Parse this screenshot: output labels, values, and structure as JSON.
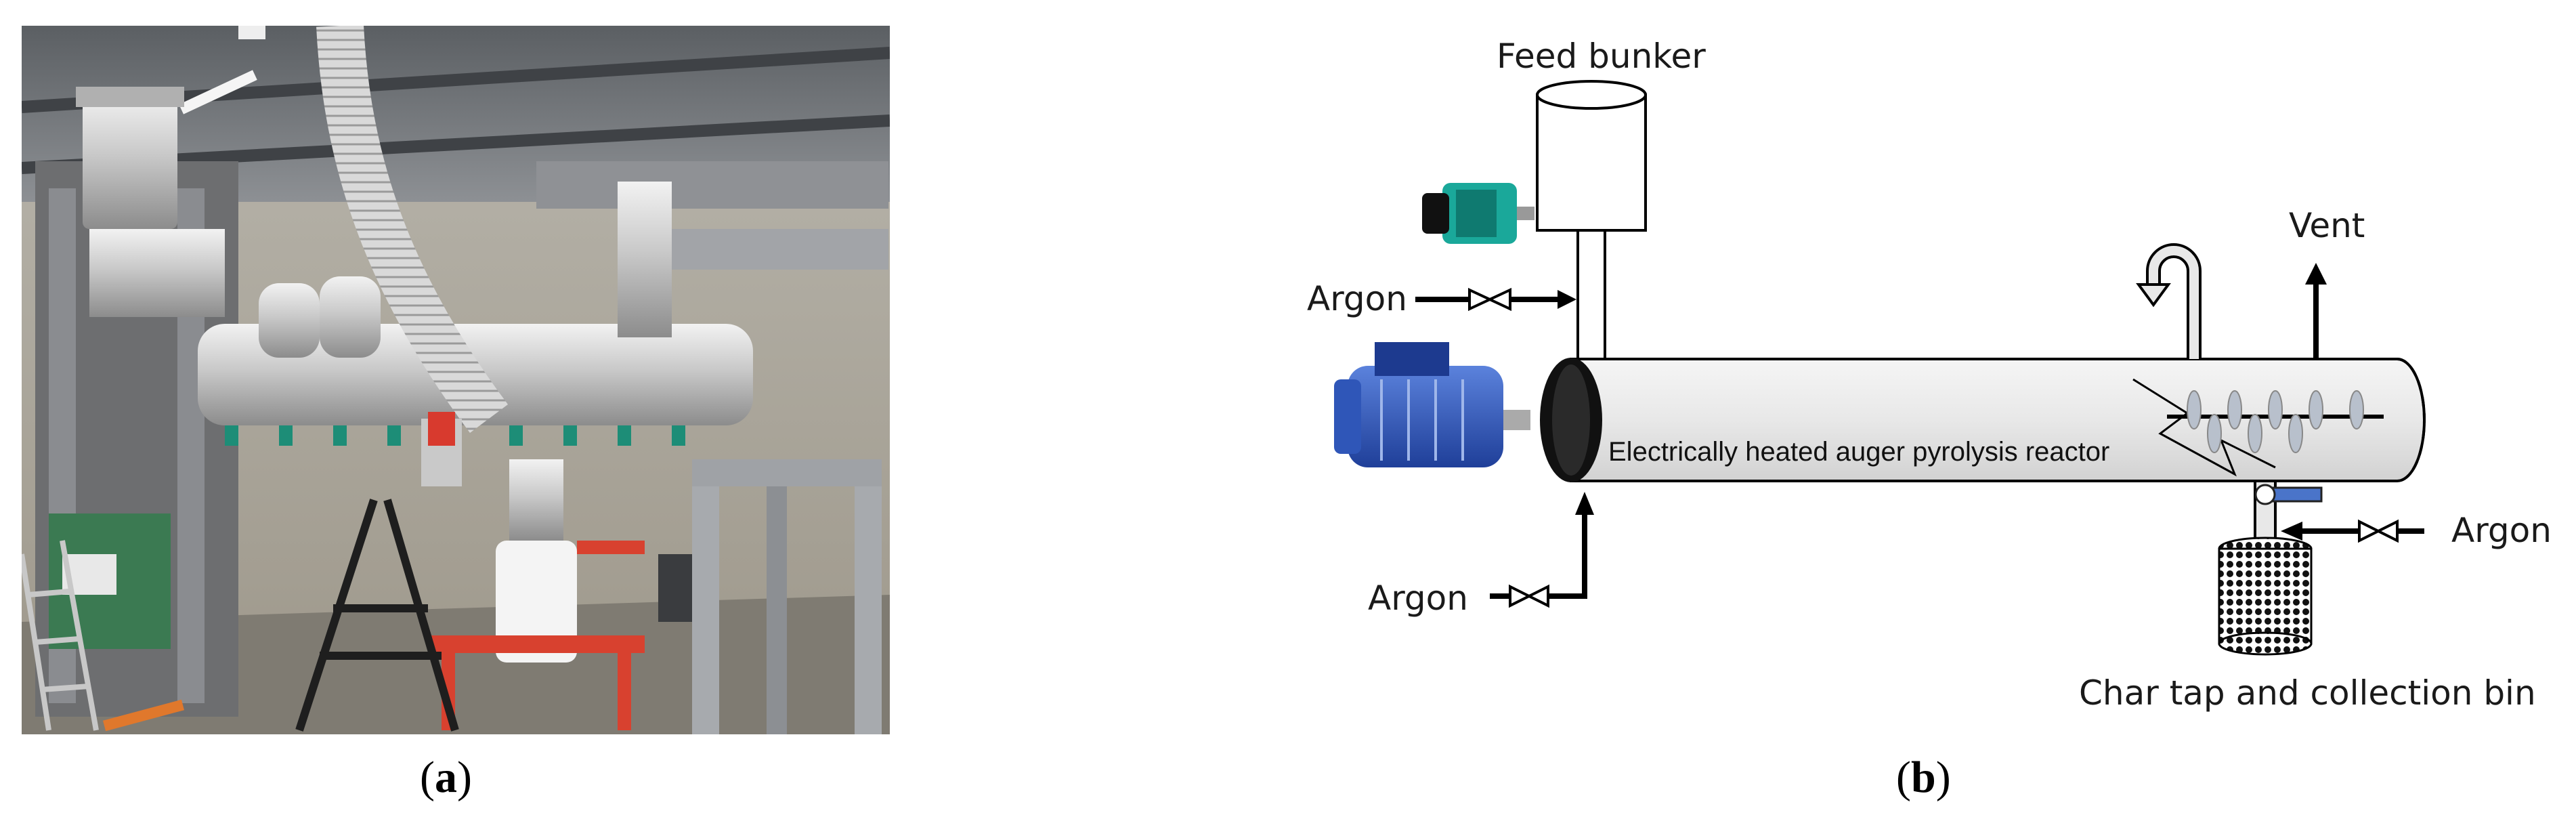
{
  "captions": {
    "a": "a",
    "b": "b"
  },
  "diagram": {
    "labels": {
      "feed_bunker": "Feed bunker",
      "vent": "Vent",
      "argon_top": "Argon",
      "argon_bottom": "Argon",
      "argon_right": "Argon",
      "reactor": "Electrically heated  auger pyrolysis reactor",
      "char_bin": "Char tap and collection bin"
    },
    "colors": {
      "motor_blue": "#2f56b8",
      "motor_teal": "#1aa89a",
      "reactor_fill": "#e6e6e6",
      "tap_blue": "#4a74c9"
    }
  },
  "photo": {
    "description_icons": [
      "insulated-pipe",
      "stepladder",
      "red-trolley",
      "white-bucket",
      "steel-frame"
    ]
  }
}
